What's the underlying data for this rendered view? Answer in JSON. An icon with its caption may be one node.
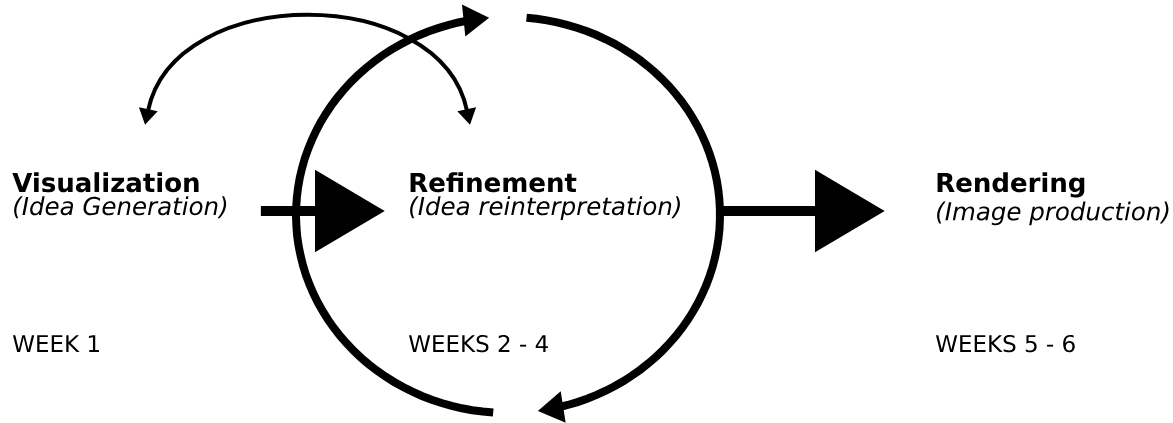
{
  "diagram": {
    "nodes": [
      {
        "text": [
          "Visualization",
          "(Idea Generation)"
        ]
      },
      {
        "text": [
          "Refinement",
          "(Idea reinterpretation)"
        ]
      },
      {
        "text": [
          "Rendering",
          "(Image production)"
        ]
      }
    ],
    "edges": [
      {
        "from": 0,
        "to": 1,
        "arrow": "to"
      },
      {
        "from": 1,
        "to": 2,
        "arrow": "to"
      },
      {
        "from": 0,
        "to": 1,
        "arrow": "both"
      }
    ],
    "labels": [
      "WEEK 1",
      "WEEKS 2 - 4",
      "WEEKS 5 - 6"
    ]
  }
}
